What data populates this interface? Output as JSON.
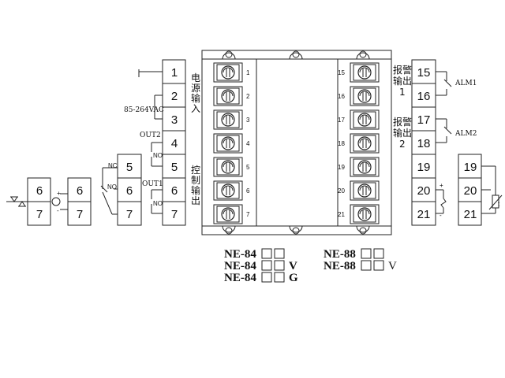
{
  "input_terminals": [
    "1",
    "2",
    "3",
    "4",
    "5",
    "6",
    "7"
  ],
  "right_terminals": [
    "15",
    "16",
    "17",
    "18",
    "19",
    "20",
    "21"
  ],
  "rtd_terminals": [
    "19",
    "20",
    "21"
  ],
  "pin_labels_left": [
    "1",
    "2",
    "3",
    "4",
    "5",
    "6",
    "7"
  ],
  "pin_labels_right": [
    "15",
    "16",
    "17",
    "18",
    "19",
    "20",
    "21"
  ],
  "labels": {
    "power_voltage": "85-264VAC",
    "out2": "OUT2",
    "out1": "OUT1",
    "no": "NO",
    "nc": "NC",
    "alm1": "ALM1",
    "alm2": "ALM2",
    "plus": "+",
    "minus": "-",
    "t": "t"
  },
  "cjk": {
    "power_input": [
      "电",
      "源",
      "输",
      "入"
    ],
    "control_output": [
      "控",
      "制",
      "输",
      "出"
    ],
    "alarm1": [
      "报",
      "警",
      "输",
      "出",
      "1"
    ],
    "alarm2": [
      "报",
      "警",
      "输",
      "出",
      "2"
    ]
  },
  "module_terminals": {
    "ssr": [
      "6",
      "7"
    ],
    "voltage": [
      "6",
      "7"
    ],
    "relay": [
      "5",
      "6",
      "7"
    ]
  },
  "models": [
    {
      "name": "NE-84",
      "suffix": ""
    },
    {
      "name": "NE-84",
      "suffix": "V"
    },
    {
      "name": "NE-84",
      "suffix": "G"
    },
    {
      "name": "NE-88",
      "suffix": ""
    },
    {
      "name": "NE-88",
      "suffix": "V"
    }
  ]
}
